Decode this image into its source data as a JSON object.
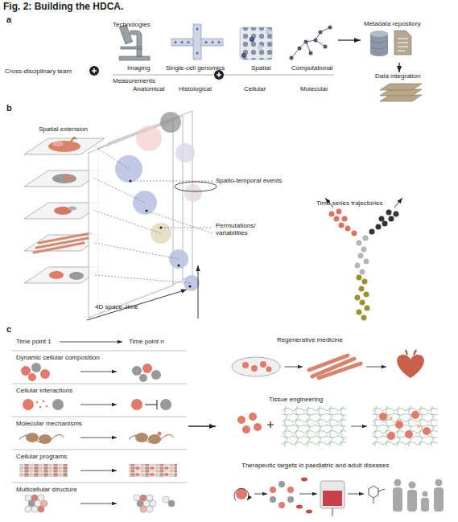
{
  "diagram": {
    "title": "Fig. 2: Building the HDCA.",
    "nodes": [
      {
        "text": [
          "Technologies",
          "Imaging",
          "Single-cell genomics",
          "Spatial",
          "Computational",
          "Measurements",
          "Anatomical",
          "Histological",
          "Cellular",
          "Molecular"
        ]
      },
      {
        "text": [
          "Metadata repository"
        ]
      },
      {
        "text": [
          "Data integration"
        ]
      },
      {
        "text": [
          "Time point 1",
          "Time point n",
          "Dynamic cellular composition",
          "Cellular interactions",
          "Molecular mechanisms",
          "Cellular programs",
          "Multicellular structure"
        ]
      },
      {
        "text": [
          "Regenerative medicine",
          "Tissue engineering",
          "Therapeutic targets in paediatric and adult diseases"
        ]
      }
    ],
    "edges": [
      {
        "from": 0,
        "to": 1,
        "arrow": "to"
      },
      {
        "from": 1,
        "to": 2,
        "arrow": "to"
      },
      {
        "from": 3,
        "to": 4,
        "arrow": "to"
      }
    ],
    "labels": [
      "a",
      "b",
      "c",
      "Cross-disciplinary team",
      "Spatial extension",
      "Spatio-temporal events",
      "Permutations/ variabilities",
      "4D space–time",
      "Time series trajectories"
    ]
  }
}
